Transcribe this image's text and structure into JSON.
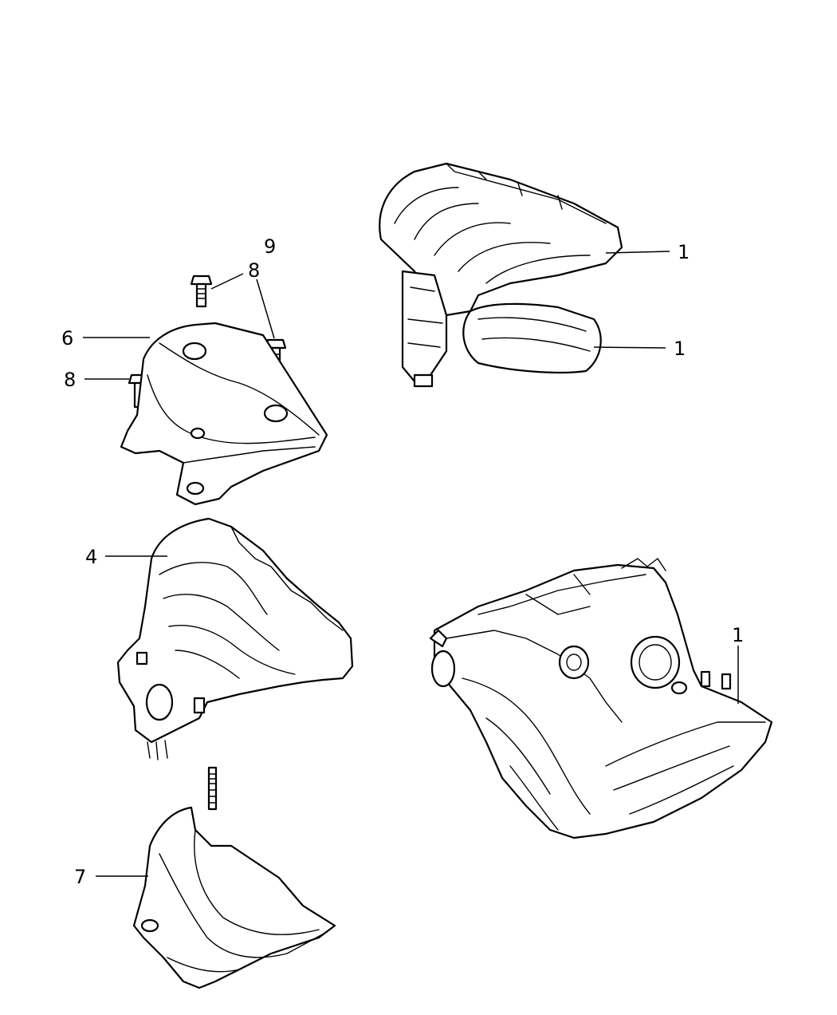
{
  "callouts": {
    "c1_top": "1",
    "c1_mid": "1",
    "c1_bottom": "1",
    "c4": "4",
    "c6": "6",
    "c7": "7",
    "c8_left": "8",
    "c8_top": "8",
    "c9": "9"
  }
}
